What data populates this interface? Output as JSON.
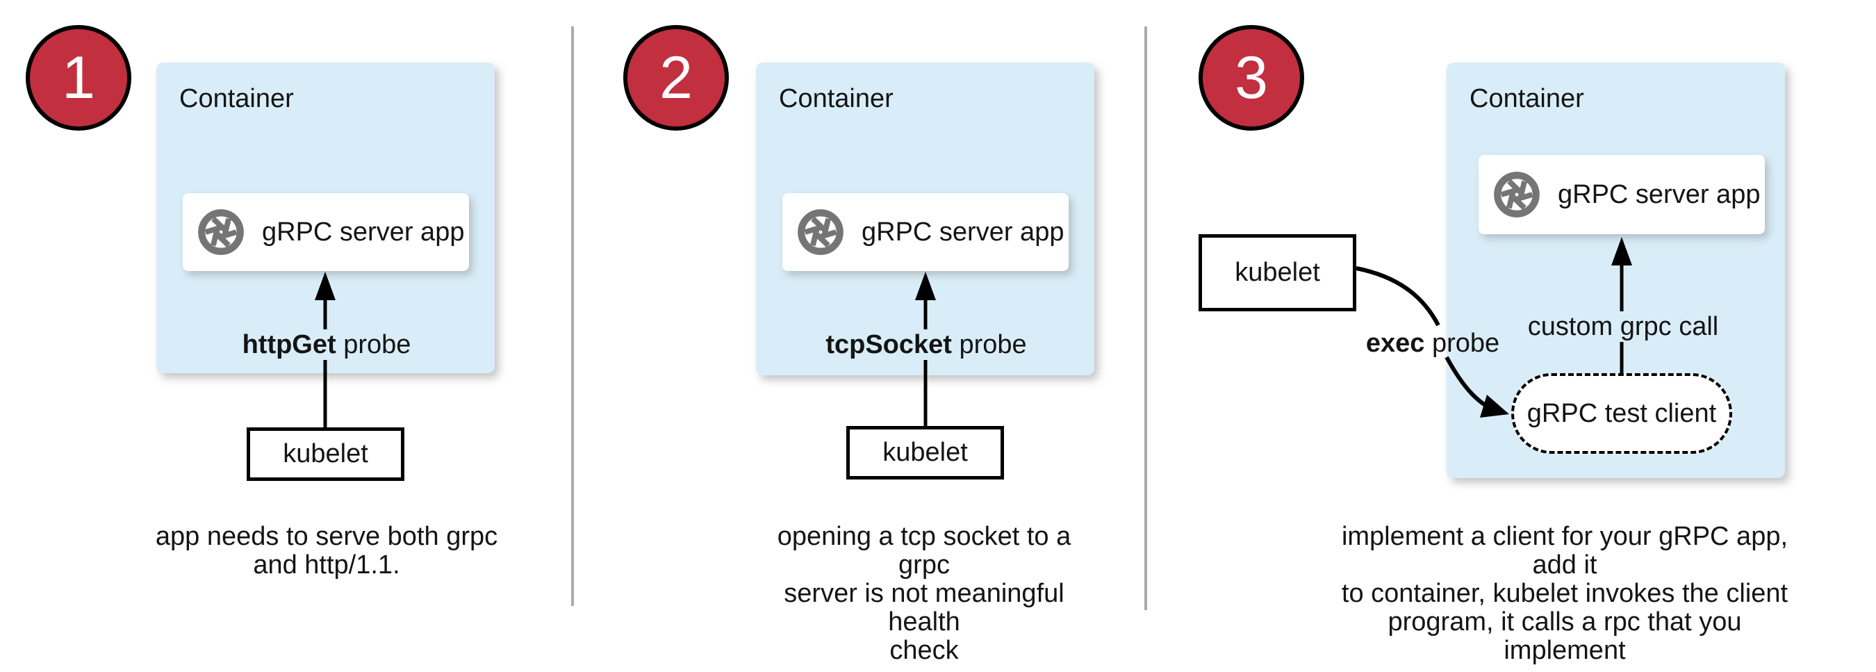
{
  "colors": {
    "accent_red": "#c22f3e",
    "container_blue": "#d9edf8",
    "icon_gray": "#757575",
    "divider_gray": "#ababab",
    "text_black": "#141414"
  },
  "panels": [
    {
      "number": "1",
      "container_label": "Container",
      "app_label": "gRPC server app",
      "probe": {
        "bold": "httpGet",
        "rest": " probe"
      },
      "kubelet_label": "kubelet",
      "caption_lines": [
        "app needs to serve both grpc",
        "and http/1.1."
      ]
    },
    {
      "number": "2",
      "container_label": "Container",
      "app_label": "gRPC server app",
      "probe": {
        "bold": "tcpSocket",
        "rest": " probe"
      },
      "kubelet_label": "kubelet",
      "caption_lines": [
        "opening a tcp socket to a grpc",
        "server is not meaningful health",
        "check"
      ]
    },
    {
      "number": "3",
      "container_label": "Container",
      "app_label": "gRPC server app",
      "probe": {
        "bold": "exec",
        "rest": " probe"
      },
      "kubelet_label": "kubelet",
      "custom_call_label": "custom grpc call",
      "client_label": "gRPC test client",
      "caption_lines": [
        "implement a client for your gRPC app, add it",
        "to container, kubelet invokes the client",
        "program, it calls a rpc that you implement"
      ]
    }
  ]
}
